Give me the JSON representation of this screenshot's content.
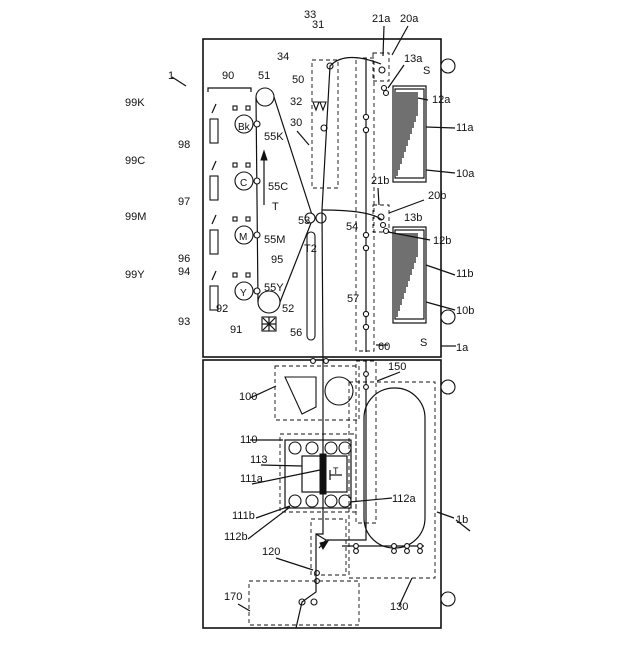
{
  "labels": {
    "l1": "1",
    "l1a": "1a",
    "l1b": "1b",
    "l10a": "10a",
    "l10b": "10b",
    "l11a": "11a",
    "l11b": "11b",
    "l12a": "12a",
    "l12b": "12b",
    "l13a": "13a",
    "l13b": "13b",
    "l20a": "20a",
    "l20b": "20b",
    "l21a": "21a",
    "l21b": "21b",
    "S_top": "S",
    "S_bottom": "S",
    "l30": "30",
    "l31": "31",
    "l32": "32",
    "l33": "33",
    "l34": "34",
    "l50": "50",
    "l51": "51",
    "l52": "52",
    "l53": "53",
    "l54": "54",
    "l55K": "55K",
    "l55C": "55C",
    "l55M": "55M",
    "l55Y": "55Y",
    "l56": "56",
    "l57": "57",
    "l60": "60",
    "lT": "T",
    "lT2": "T2",
    "l90": "90",
    "l91": "91",
    "l92": "92",
    "l93": "93",
    "l94": "94",
    "l95": "95",
    "l96": "96",
    "l97": "97",
    "l98": "98",
    "l99K": "99K",
    "l99C": "99C",
    "l99M": "99M",
    "l99Y": "99Y",
    "Bk": "Bk",
    "C": "C",
    "M": "M",
    "Y": "Y",
    "l100": "100",
    "l110": "110",
    "l111a": "111a",
    "l111b": "111b",
    "l112a": "112a",
    "l112b": "112b",
    "l113": "113",
    "l113T": "T",
    "l120": "120",
    "l130": "130",
    "l150": "150",
    "l170": "170"
  }
}
